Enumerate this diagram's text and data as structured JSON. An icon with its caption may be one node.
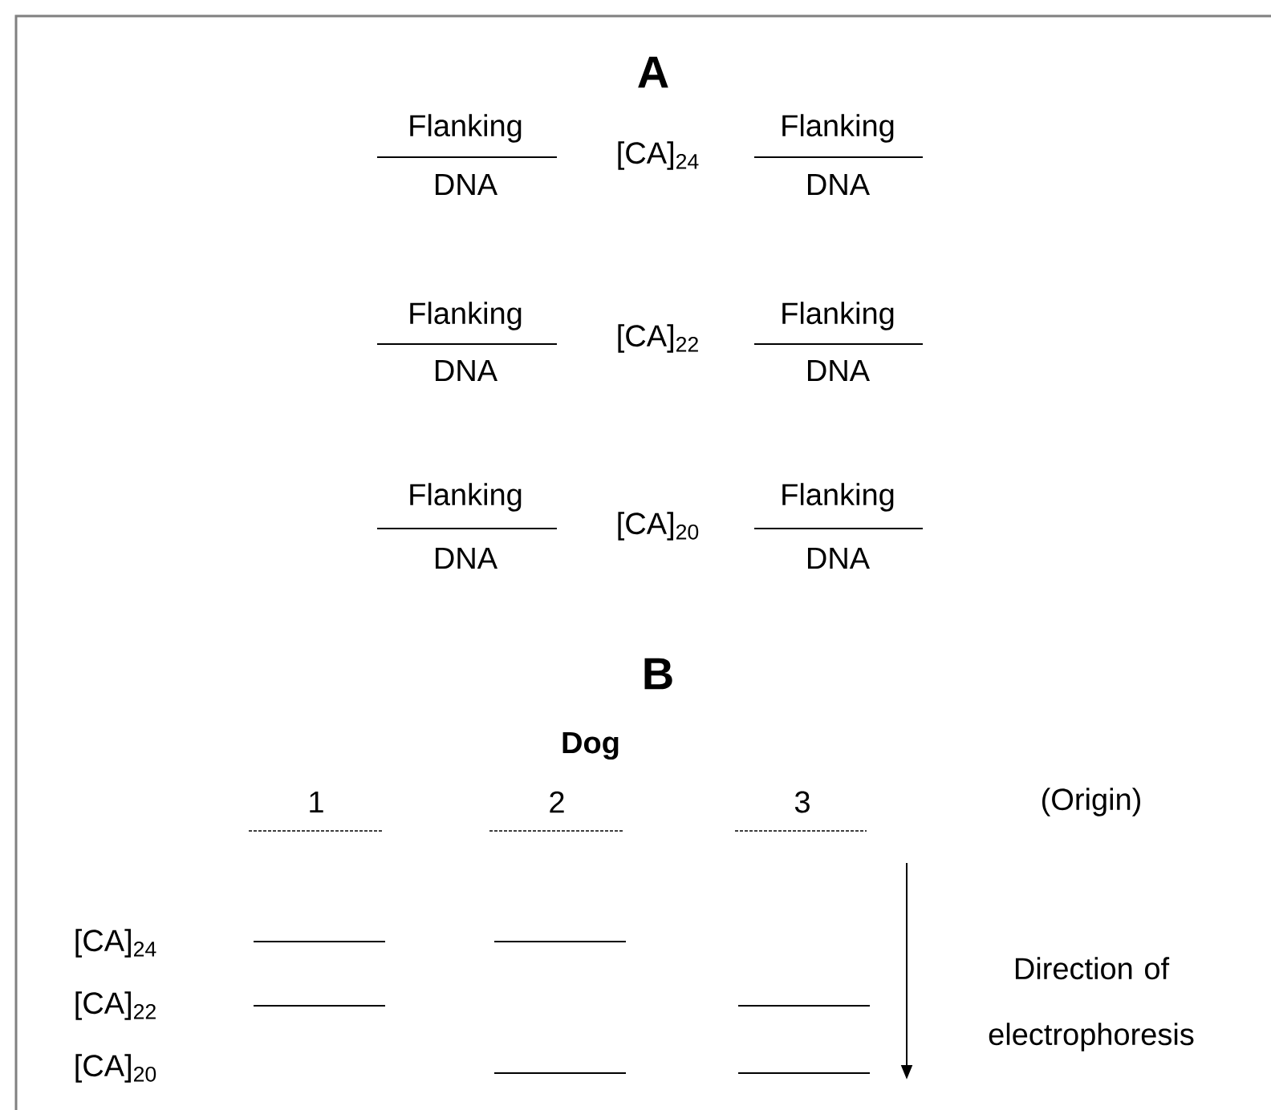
{
  "diagram": {
    "labels": [
      "A",
      "Flanking",
      "DNA",
      "[CA]$_{24}$",
      "Flanking",
      "DNA",
      "Flanking",
      "DNA",
      "[CA]$_{22}$",
      "Flanking",
      "DNA",
      "Flanking",
      "DNA",
      "[CA]$_{20}$",
      "Flanking",
      "DNA",
      "B",
      "Dog",
      "1",
      "2",
      "3",
      "(Origin)",
      "[CA]$_{24}$",
      "[CA]$_{22}$",
      "[CA]$_{20}$",
      "Direction of electrophoresis"
    ]
  }
}
